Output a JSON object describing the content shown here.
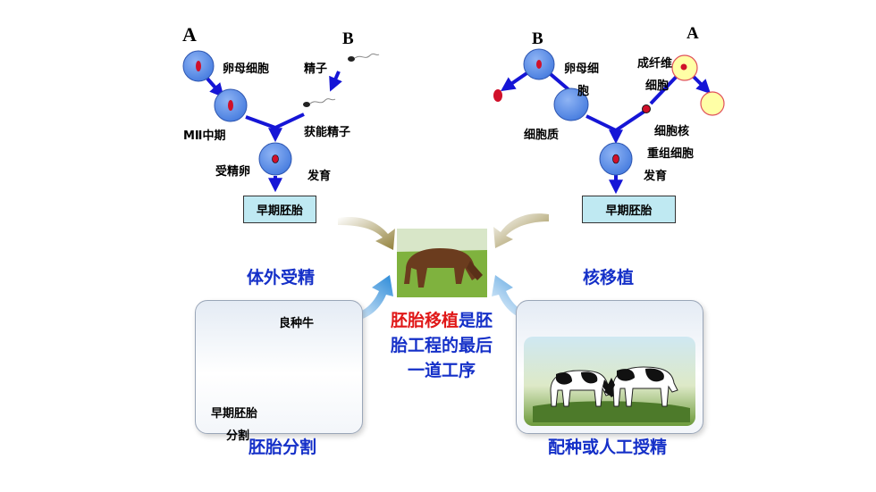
{
  "left_diagram": {
    "label_a": "A",
    "label_b": "B",
    "egg_cell": "卵母细胞",
    "sperm": "精子",
    "m2_phase": "MⅡ中期",
    "capacitated_sperm": "获能精子",
    "fertilized_egg": "受精卵",
    "develop": "发育",
    "early_embryo": "早期胚胎"
  },
  "right_diagram": {
    "label_a": "A",
    "label_b": "B",
    "egg_cell_line1": "卵母细",
    "egg_cell_line2": "胞",
    "fibroblast_line1": "成纤维",
    "fibroblast_line2": "细胞",
    "cytoplasm": "细胞质",
    "nucleus": "细胞核",
    "reconstructed_cell": "重组细胞",
    "develop": "发育",
    "early_embryo": "早期胚胎"
  },
  "section_titles": {
    "ivf": "体外受精",
    "nuclear_transfer": "核移植",
    "embryo_splitting": "胚胎分割",
    "breeding": "配种或人工授精"
  },
  "center_text": {
    "highlight": "胚胎移植",
    "rest_line1": "是胚",
    "line2": "胎工程的最后",
    "line3": "一道工序"
  },
  "split_panel": {
    "fine_breed_cattle": "良种牛",
    "early_embryo_line1": "早期胚胎",
    "early_embryo_line2": "分割"
  },
  "colors": {
    "arrow_blue": "#1515d6",
    "cell_blue": "#5b8ee8",
    "nucleus_red": "#d0102a",
    "title_blue": "#1530c8",
    "highlight_red": "#e01818",
    "box_fill": "#bfe9f2",
    "curve_arrow_gold": "#9a8840",
    "curve_arrow_blue": "#2a8ad8"
  }
}
